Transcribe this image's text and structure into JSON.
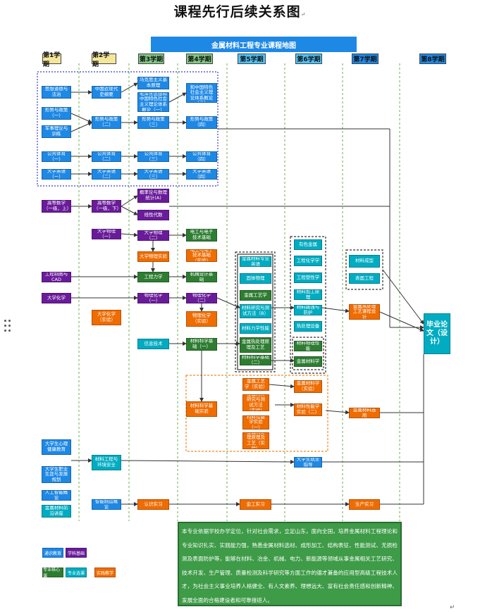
{
  "title": "课程先行后续关系图",
  "return_mark": "↵",
  "banner": "金属材料工程专业课程地图",
  "colors": {
    "general": "#1E88E5",
    "foundation": "#6A1B9A",
    "core": "#2E7D32",
    "elective": "#00ACC1",
    "practice": "#EF6C00",
    "intro_bg": "#3E9B47"
  },
  "semesters": [
    {
      "label": "第1学期",
      "color": "#F5E79A"
    },
    {
      "label": "第2学期",
      "color": "#F5E79A"
    },
    {
      "label": "第3学期",
      "color": "#81C784"
    },
    {
      "label": "第4学期",
      "color": "#81C784"
    },
    {
      "label": "第5学期",
      "color": "#4FC3F7"
    },
    {
      "label": "第6学期",
      "color": "#4FC3F7"
    },
    {
      "label": "第7学期",
      "color": "#1E88E5"
    },
    {
      "label": "第8学期",
      "color": "#1E88E5"
    }
  ],
  "courses": [
    {
      "id": "c1",
      "text": "思想道德与法治",
      "type": "general"
    },
    {
      "id": "c2",
      "text": "中国近现代史纲要",
      "type": "general"
    },
    {
      "id": "c3",
      "text": "马克思主义基本原理",
      "type": "general"
    },
    {
      "id": "c4",
      "text": "毛泽东思想和中国特色社会主义理论体系概论（一）",
      "type": "general"
    },
    {
      "id": "c5",
      "text": "毛泽东思想和中国特色社会主义理论体系概论（二）",
      "type": "general"
    },
    {
      "id": "c6",
      "text": "形势与政策（一）",
      "type": "general"
    },
    {
      "id": "c7",
      "text": "形势与政策（二）",
      "type": "general"
    },
    {
      "id": "c8",
      "text": "形势与政策（三）",
      "type": "general"
    },
    {
      "id": "c9",
      "text": "形势与政策（四）",
      "type": "general"
    },
    {
      "id": "c10",
      "text": "军事理论与训练",
      "type": "general"
    },
    {
      "id": "c11",
      "text": "公共体育（一）",
      "type": "general"
    },
    {
      "id": "c12",
      "text": "公共体育（二）",
      "type": "general"
    },
    {
      "id": "c13",
      "text": "公共体育（三）",
      "type": "general"
    },
    {
      "id": "c14",
      "text": "公共体育（四）",
      "type": "general"
    },
    {
      "id": "c15",
      "text": "大学英语（一）",
      "type": "general"
    },
    {
      "id": "c16",
      "text": "大学英语（二）",
      "type": "general"
    },
    {
      "id": "c17",
      "text": "大学英语（三）",
      "type": "general"
    },
    {
      "id": "c18",
      "text": "大学英语（四）",
      "type": "general"
    },
    {
      "id": "c19",
      "text": "高等数学（一级，上）",
      "type": "foundation"
    },
    {
      "id": "c20",
      "text": "高等数学（一级，下）",
      "type": "foundation"
    },
    {
      "id": "c21",
      "text": "概率论与数理统计(A)",
      "type": "foundation"
    },
    {
      "id": "c22",
      "text": "线性代数",
      "type": "foundation"
    },
    {
      "id": "c23",
      "text": "大学物理（一）",
      "type": "foundation"
    },
    {
      "id": "c24",
      "text": "大学物理（二）",
      "type": "foundation"
    },
    {
      "id": "c25",
      "text": "大学物理实验",
      "type": "practice"
    },
    {
      "id": "c26",
      "text": "电工与电子技术基础",
      "type": "core"
    },
    {
      "id": "c27",
      "text": "电工与电子技术基础（实验）",
      "type": "practice"
    },
    {
      "id": "c28",
      "text": "工程制图与CAD",
      "type": "foundation"
    },
    {
      "id": "c29",
      "text": "工程力学",
      "type": "core"
    },
    {
      "id": "c30",
      "text": "机械设计基础",
      "type": "core"
    },
    {
      "id": "c31",
      "text": "大学化学",
      "type": "foundation"
    },
    {
      "id": "c32",
      "text": "物理化学（一）",
      "type": "foundation"
    },
    {
      "id": "c33",
      "text": "物理化学（二）",
      "type": "foundation"
    },
    {
      "id": "c34",
      "text": "物理化学（实验）",
      "type": "practice"
    },
    {
      "id": "c35",
      "text": "大学化学（实验）",
      "type": "practice"
    },
    {
      "id": "c36",
      "text": "信息技术",
      "type": "elective"
    },
    {
      "id": "c37",
      "text": "材料科学基础（一）",
      "type": "core"
    },
    {
      "id": "c38",
      "text": "材料科学基础实验",
      "type": "practice"
    },
    {
      "id": "c39",
      "text": "金属材料专业英语",
      "type": "elective"
    },
    {
      "id": "c40",
      "text": "固体物理",
      "type": "elective"
    },
    {
      "id": "c41",
      "text": "金属工艺学",
      "type": "core"
    },
    {
      "id": "c42",
      "text": "材料研究与测试方法（B）",
      "type": "elective"
    },
    {
      "id": "c43",
      "text": "材料力学性能",
      "type": "elective"
    },
    {
      "id": "c44",
      "text": "金属热处理原理及工艺",
      "type": "core"
    },
    {
      "id": "c45",
      "text": "材料科学基础（二）",
      "type": "core"
    },
    {
      "id": "c46",
      "text": "金属工艺学（实验）",
      "type": "practice"
    },
    {
      "id": "c47",
      "text": "金属材料研究与测试方法（实验）",
      "type": "practice"
    },
    {
      "id": "c48",
      "text": "材料性能学实验（一）",
      "type": "practice"
    },
    {
      "id": "c49",
      "text": "金属热处理原理及工艺（实验）",
      "type": "practice"
    },
    {
      "id": "c50",
      "text": "有色金属",
      "type": "elective"
    },
    {
      "id": "c51",
      "text": "工程化学学",
      "type": "elective"
    },
    {
      "id": "c52",
      "text": "工程塑性学",
      "type": "elective"
    },
    {
      "id": "c53",
      "text": "材料加工原理",
      "type": "elective"
    },
    {
      "id": "c54",
      "text": "材料腐蚀与防护",
      "type": "elective"
    },
    {
      "id": "c55",
      "text": "热处理设备",
      "type": "elective"
    },
    {
      "id": "c56",
      "text": "材料物理性能",
      "type": "core"
    },
    {
      "id": "c57",
      "text": "金属材料学",
      "type": "core"
    },
    {
      "id": "c58",
      "text": "金属材料学（实验）",
      "type": "practice"
    },
    {
      "id": "c59",
      "text": "材料性能学实验（二）",
      "type": "practice"
    },
    {
      "id": "c60",
      "text": "材料成型",
      "type": "elective"
    },
    {
      "id": "c61",
      "text": "表面工程",
      "type": "elective"
    },
    {
      "id": "c62",
      "text": "金属热处理工艺课程设计",
      "type": "practice"
    },
    {
      "id": "c63",
      "text": "金属材料选用",
      "type": "practice"
    },
    {
      "id": "c64",
      "text": "大学生心理健康教育",
      "type": "general"
    },
    {
      "id": "c65",
      "text": "大学生职业生涯与发展规划",
      "type": "general"
    },
    {
      "id": "c66",
      "text": "材料工程与环境安全",
      "type": "elective"
    },
    {
      "id": "c67",
      "text": "大学生就业指导",
      "type": "general"
    },
    {
      "id": "c68",
      "text": "人工智能概论",
      "type": "general"
    },
    {
      "id": "c69",
      "text": "金属材料前沿讲座",
      "type": "elective"
    },
    {
      "id": "c70",
      "text": "智能制造概论",
      "type": "general"
    },
    {
      "id": "c71",
      "text": "认识实习",
      "type": "practice"
    },
    {
      "id": "c72",
      "text": "金工实习",
      "type": "practice"
    },
    {
      "id": "c73",
      "text": "生产实习",
      "type": "practice"
    },
    {
      "id": "c74",
      "text": "毕业论文（设计）",
      "type": "elective"
    }
  ],
  "intro": "本专业依据学校办学定位，针对社会需求，立足山东，面向全国，培养金属材料工程理论和专业知识扎实、实践能力强，熟悉金属材料选材、成形加工、结构表征、性能测试、无损检测及表面防护等，能够在材料、冶金、机械、电力、新能源等领域从事金属相关工艺研究、技术开发、生产管理、质量检测及科学研究等方面工作的德才兼备的应用型高级工程技术人才，为社会主义事业培养人格健全、有人文素养、理想远大、富有社会责任感和创新精神、发展全面的合格建设者和可靠接班人。",
  "legend": [
    {
      "text": "通识教育",
      "type": "general"
    },
    {
      "text": "学科基础",
      "type": "foundation"
    },
    {
      "text": "专业核心课",
      "type": "core"
    },
    {
      "text": "专业选课",
      "type": "elective"
    },
    {
      "text": "实践教学",
      "type": "practice"
    }
  ]
}
